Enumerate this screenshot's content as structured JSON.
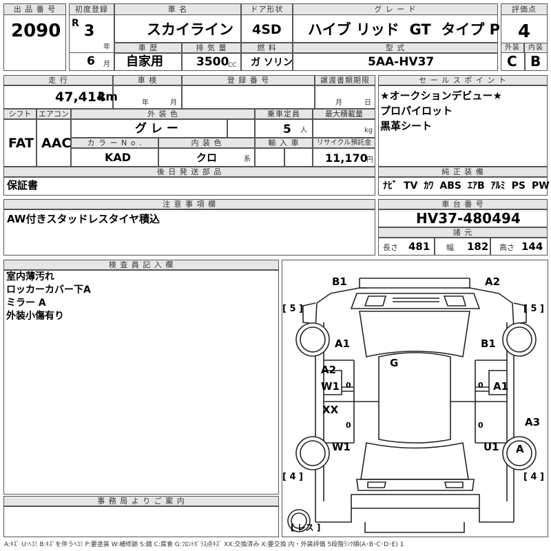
{
  "lot": {
    "h": "出 品 番 号",
    "v": "2090"
  },
  "reg": {
    "h": "初度登録",
    "era": "R",
    "year": "3",
    "year_u": "年",
    "month": "6",
    "month_u": "月"
  },
  "name": {
    "h": "車 名",
    "v": "スカイライン"
  },
  "door": {
    "h": "ドア形状",
    "v": "4SD"
  },
  "grade": {
    "h": "グ レ ー ド",
    "v": "ハイブ リッド  GT  タイプ P"
  },
  "score": {
    "h": "評価点",
    "v": "4",
    "ext_h": "外装",
    "int_h": "内装",
    "ext": "C",
    "int": "B"
  },
  "hist": {
    "h": "車 歴",
    "v": "自家用"
  },
  "disp": {
    "h": "排 気 量",
    "v": "3500",
    "u": "CC"
  },
  "fuel": {
    "h": "燃 料",
    "v": "ガ ソリン"
  },
  "model": {
    "h": "型 式",
    "v": "5AA-HV37"
  },
  "mileage": {
    "h": "走 行",
    "v": "47,414",
    "u": "km"
  },
  "inspect": {
    "h": "車 検",
    "y": "年",
    "m": "月"
  },
  "regno": {
    "h": "登 録 番 号"
  },
  "transfer": {
    "h": "譲渡書類期限",
    "m": "月",
    "d": "日"
  },
  "sales": {
    "h": "セ ー ル ス ポ イ ン ト",
    "lines": "★オークションデビュー★\nプロパイロット\n黒革シート"
  },
  "shift": {
    "h": "シフト",
    "v": "FAT"
  },
  "ac": {
    "h": "エアコン",
    "v": "AAC"
  },
  "color": {
    "h": "外 装 色",
    "v": "グ レ ー"
  },
  "seats": {
    "h": "乗車定員",
    "v": "5",
    "u": "人"
  },
  "load": {
    "h": "最大積載量",
    "u": "kg"
  },
  "colorno": {
    "h": "カ ラ ー N o .",
    "v": "KAD"
  },
  "intcolor": {
    "h": "内 装 色",
    "v": "クロ",
    "u": "系"
  },
  "import": {
    "h": "輸 入 車"
  },
  "recycle": {
    "h": "リサイクル預託金",
    "v": "11,170",
    "u": "円"
  },
  "later": {
    "h": "後 日 発 送 部 品",
    "v": "保証書"
  },
  "equip": {
    "h": "純 正 装 備",
    "items": [
      "ﾅﾋﾞ",
      "TV",
      "ｶﾜ",
      "ABS",
      "ｴｱB",
      "ｱﾙﾐ",
      "PS",
      "PW"
    ]
  },
  "notes": {
    "h": "注 意 事 項 欄",
    "v": "AW付きスタッドレスタイヤ積込"
  },
  "chassis": {
    "h": "車 台 番 号",
    "v": "HV37-480494"
  },
  "spec": {
    "h": "諸 元",
    "len_l": "長さ",
    "len": "481",
    "wid_l": "幅",
    "wid": "182",
    "hei_l": "高さ",
    "hei": "144"
  },
  "inspector": {
    "h": "検 査 員 記 入 欄",
    "lines": "室内薄汚れ\nロッカーカバー下A\nミラー A\n外装小傷有り"
  },
  "office": {
    "h": "事 務 局 よ り ご 案 内"
  },
  "diagram": {
    "b1_top": "B1",
    "a2_top": "A2",
    "tire_fl": "[ 5 ]",
    "tire_fr": "[ 5 ]",
    "a1_l": "A1",
    "b1_r": "B1",
    "a2_l": "A2",
    "g": "G",
    "w1_l": "W1",
    "a1_r": "A1",
    "xx": "XX",
    "a3": "A3",
    "w1_rl": "W1",
    "u1": "U1",
    "a_ring": "A",
    "tire_rl": "[ 4 ]",
    "tire_rr": "[ 4 ]",
    "spare": "[ レス ]",
    "zero": "0"
  },
  "legend": "A:ｷｽﾞ U:ﾍｺﾐ B:ｷｽﾞを伴うﾍｺﾐ P:要塗装 W:補修跡 S:錆 C:腐食 G:ﾌﾛﾝﾄｶﾞﾗｽ点ｷｽﾞ XX:交換済み X:要交換  内・外装評価  5段階ﾗﾝｸ順(A･B･C･D･E) 1"
}
